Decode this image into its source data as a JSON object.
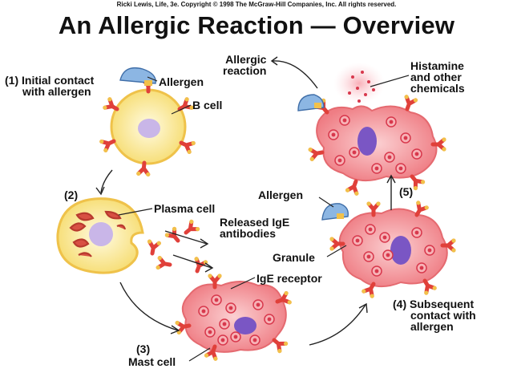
{
  "copyright": "Ricki Lewis, Life, 3e. Copyright © 1998 The McGraw-Hill Companies, Inc. All rights reserved.",
  "title": "An Allergic Reaction — Overview",
  "steps": {
    "s1": [
      "(1) Initial contact",
      "with allergen"
    ],
    "s2": "(2)",
    "s3": "(3)",
    "s4": [
      "(4) Subsequent",
      "contact with",
      "allergen"
    ],
    "s5": "(5)"
  },
  "labels": {
    "allergen_top": "Allergen",
    "b_cell": "B cell",
    "plasma_cell": "Plasma cell",
    "released_ige": [
      "Released IgE",
      "antibodies"
    ],
    "ige_receptor": "IgE receptor",
    "mast_cell": "Mast cell",
    "allergen_mid": "Allergen",
    "granule": "Granule",
    "allergic_reaction": [
      "Allergic",
      "reaction"
    ],
    "histamine": [
      "Histamine",
      "and other",
      "chemicals"
    ]
  },
  "colors": {
    "b_cell_fill": "#fbefb0",
    "b_cell_edge": "#f3c94a",
    "nucleus": "#c9b6e8",
    "mast_fill": "#f59a9e",
    "mast_edge": "#e56a70",
    "mast_nucleus": "#7a56c4",
    "granule": "#e0485a",
    "antibody": "#e0403a",
    "antibody_tip": "#f2c14a",
    "allergen": "#8cb6e3"
  }
}
